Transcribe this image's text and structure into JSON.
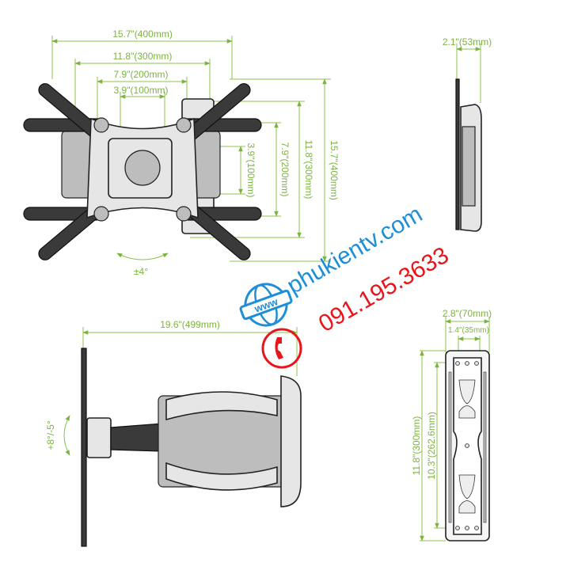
{
  "front_view": {
    "h_dims": [
      "15.7\"(400mm)",
      "11.8\"(300mm)",
      "7.9\"(200mm)",
      "3.9\"(100mm)"
    ],
    "v_dims": [
      "3.9\"(100mm)",
      "7.9\"(200mm)",
      "11.8\"(300mm)",
      "15.7\"(400mm)"
    ],
    "swivel": "±4°"
  },
  "side_profile": {
    "depth": "2.1\"(53mm)"
  },
  "side_view": {
    "extension": "19.6\"(499mm)",
    "tilt": "+8°/-5°"
  },
  "wall_plate": {
    "width": "2.8\"(70mm)",
    "hole_spacing_h": "1.4\"(35mm)",
    "height": "11.8\"(300mm)",
    "hole_spacing_v": "10.3\"(262.6mm)"
  },
  "watermark": {
    "website": "phukientv.com",
    "phone": "091.195.3633",
    "globe_label": "www",
    "colors": {
      "website": "#1e8fd6",
      "phone": "#e8161b",
      "dimension": "#7cb342"
    }
  }
}
